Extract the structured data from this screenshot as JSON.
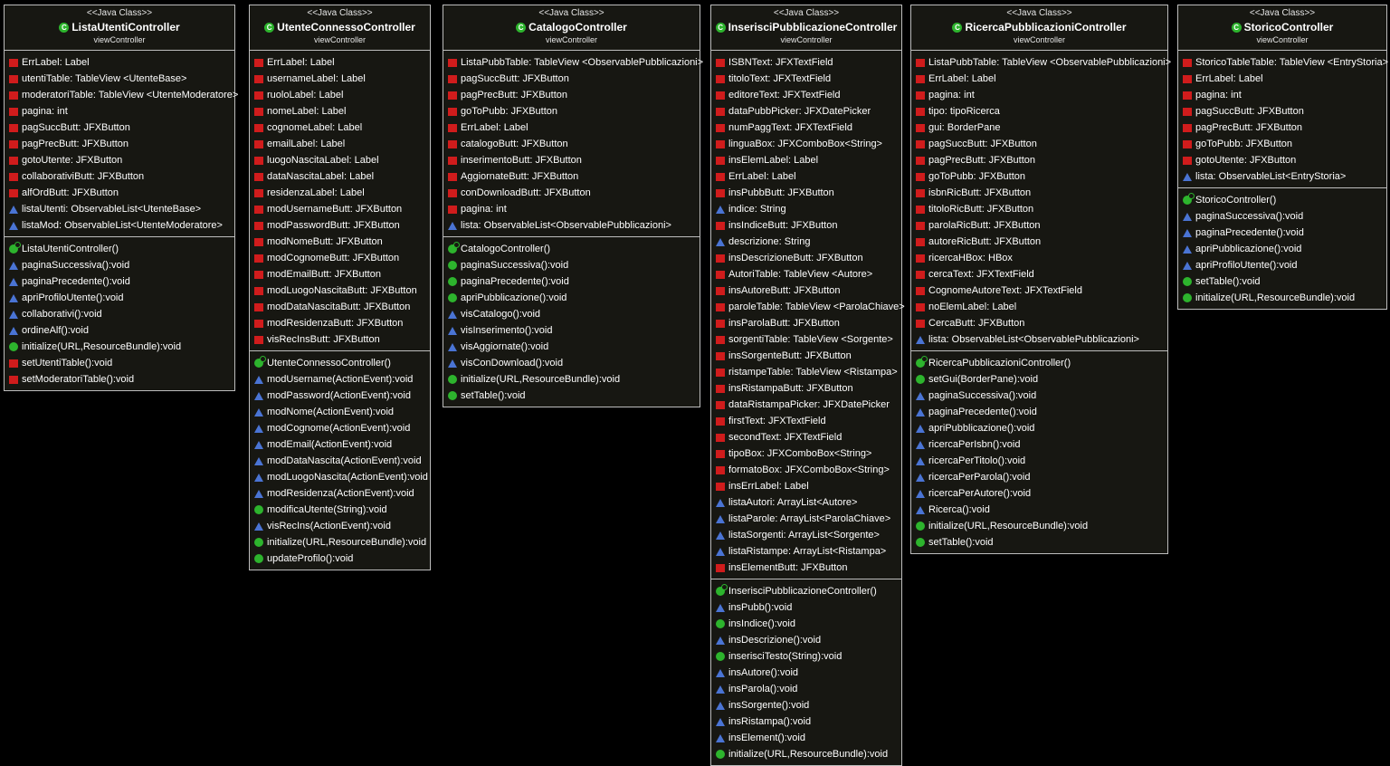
{
  "diagram": {
    "classes": [
      {
        "stereotype": "<<Java Class>>",
        "name": "ListaUtentiController",
        "package": "viewController",
        "class_icon": "C",
        "attributes": [
          {
            "vis": "private",
            "text": "ErrLabel: Label"
          },
          {
            "vis": "private",
            "text": "utentiTable: TableView <UtenteBase>"
          },
          {
            "vis": "private",
            "text": "moderatoriTable: TableView <UtenteModeratore>"
          },
          {
            "vis": "private",
            "text": "pagina: int"
          },
          {
            "vis": "private",
            "text": "pagSuccButt: JFXButton"
          },
          {
            "vis": "private",
            "text": "pagPrecButt: JFXButton"
          },
          {
            "vis": "private",
            "text": "gotoUtente: JFXButton"
          },
          {
            "vis": "private",
            "text": "collaborativiButt: JFXButton"
          },
          {
            "vis": "private",
            "text": "alfOrdButt: JFXButton"
          },
          {
            "vis": "package",
            "text": "listaUtenti: ObservableList<UtenteBase>"
          },
          {
            "vis": "package",
            "text": "listaMod: ObservableList<UtenteModeratore>"
          }
        ],
        "methods": [
          {
            "vis": "ctor",
            "text": "ListaUtentiController()"
          },
          {
            "vis": "package",
            "text": "paginaSuccessiva():void"
          },
          {
            "vis": "package",
            "text": "paginaPrecedente():void"
          },
          {
            "vis": "package",
            "text": "apriProfiloUtente():void"
          },
          {
            "vis": "package",
            "text": "collaborativi():void"
          },
          {
            "vis": "package",
            "text": "ordineAlf():void"
          },
          {
            "vis": "public",
            "text": "initialize(URL,ResourceBundle):void"
          },
          {
            "vis": "private",
            "text": "setUtentiTable():void"
          },
          {
            "vis": "private",
            "text": "setModeratoriTable():void"
          }
        ]
      },
      {
        "stereotype": "<<Java Class>>",
        "name": "UtenteConnessoController",
        "package": "viewController",
        "class_icon": "C",
        "attributes": [
          {
            "vis": "private",
            "text": "ErrLabel: Label"
          },
          {
            "vis": "private",
            "text": "usernameLabel: Label"
          },
          {
            "vis": "private",
            "text": "ruoloLabel: Label"
          },
          {
            "vis": "private",
            "text": "nomeLabel: Label"
          },
          {
            "vis": "private",
            "text": "cognomeLabel: Label"
          },
          {
            "vis": "private",
            "text": "emailLabel: Label"
          },
          {
            "vis": "private",
            "text": "luogoNascitaLabel: Label"
          },
          {
            "vis": "private",
            "text": "dataNascitaLabel: Label"
          },
          {
            "vis": "private",
            "text": "residenzaLabel: Label"
          },
          {
            "vis": "private",
            "text": "modUsernameButt: JFXButton"
          },
          {
            "vis": "private",
            "text": "modPasswordButt: JFXButton"
          },
          {
            "vis": "private",
            "text": "modNomeButt: JFXButton"
          },
          {
            "vis": "private",
            "text": "modCognomeButt: JFXButton"
          },
          {
            "vis": "private",
            "text": "modEmailButt: JFXButton"
          },
          {
            "vis": "private",
            "text": "modLuogoNascitaButt: JFXButton"
          },
          {
            "vis": "private",
            "text": "modDataNascitaButt: JFXButton"
          },
          {
            "vis": "private",
            "text": "modResidenzaButt: JFXButton"
          },
          {
            "vis": "private",
            "text": "visRecInsButt: JFXButton"
          }
        ],
        "methods": [
          {
            "vis": "ctor",
            "text": "UtenteConnessoController()"
          },
          {
            "vis": "package",
            "text": "modUsername(ActionEvent):void"
          },
          {
            "vis": "package",
            "text": "modPassword(ActionEvent):void"
          },
          {
            "vis": "package",
            "text": "modNome(ActionEvent):void"
          },
          {
            "vis": "package",
            "text": "modCognome(ActionEvent):void"
          },
          {
            "vis": "package",
            "text": "modEmail(ActionEvent):void"
          },
          {
            "vis": "package",
            "text": "modDataNascita(ActionEvent):void"
          },
          {
            "vis": "package",
            "text": "modLuogoNascita(ActionEvent):void"
          },
          {
            "vis": "package",
            "text": "modResidenza(ActionEvent):void"
          },
          {
            "vis": "public",
            "text": "modificaUtente(String):void"
          },
          {
            "vis": "package",
            "text": "visRecIns(ActionEvent):void"
          },
          {
            "vis": "public",
            "text": "initialize(URL,ResourceBundle):void"
          },
          {
            "vis": "public",
            "text": "updateProfilo():void"
          }
        ]
      },
      {
        "stereotype": "<<Java Class>>",
        "name": "CatalogoController",
        "package": "viewController",
        "class_icon": "C",
        "attributes": [
          {
            "vis": "private",
            "text": "ListaPubbTable: TableView <ObservablePubblicazioni>"
          },
          {
            "vis": "private",
            "text": "pagSuccButt: JFXButton"
          },
          {
            "vis": "private",
            "text": "pagPrecButt: JFXButton"
          },
          {
            "vis": "private",
            "text": "goToPubb: JFXButton"
          },
          {
            "vis": "private",
            "text": "ErrLabel: Label"
          },
          {
            "vis": "private",
            "text": "catalogoButt: JFXButton"
          },
          {
            "vis": "private",
            "text": "inserimentoButt: JFXButton"
          },
          {
            "vis": "private",
            "text": "AggiornateButt: JFXButton"
          },
          {
            "vis": "private",
            "text": "conDownloadButt: JFXButton"
          },
          {
            "vis": "private",
            "text": "pagina: int"
          },
          {
            "vis": "package",
            "text": "lista: ObservableList<ObservablePubblicazioni>"
          }
        ],
        "methods": [
          {
            "vis": "ctor",
            "text": "CatalogoController()"
          },
          {
            "vis": "public",
            "text": "paginaSuccessiva():void"
          },
          {
            "vis": "public",
            "text": "paginaPrecedente():void"
          },
          {
            "vis": "public",
            "text": "apriPubblicazione():void"
          },
          {
            "vis": "package",
            "text": "visCatalogo():void"
          },
          {
            "vis": "package",
            "text": "visInserimento():void"
          },
          {
            "vis": "package",
            "text": "visAggiornate():void"
          },
          {
            "vis": "package",
            "text": "visConDownload():void"
          },
          {
            "vis": "public",
            "text": "initialize(URL,ResourceBundle):void"
          },
          {
            "vis": "public",
            "text": "setTable():void"
          }
        ]
      },
      {
        "stereotype": "<<Java Class>>",
        "name": "InserisciPubblicazioneController",
        "package": "viewController",
        "class_icon": "C",
        "attributes": [
          {
            "vis": "private",
            "text": "ISBNText: JFXTextField"
          },
          {
            "vis": "private",
            "text": "titoloText: JFXTextField"
          },
          {
            "vis": "private",
            "text": "editoreText: JFXTextField"
          },
          {
            "vis": "private",
            "text": "dataPubbPicker: JFXDatePicker"
          },
          {
            "vis": "private",
            "text": "numPaggText: JFXTextField"
          },
          {
            "vis": "private",
            "text": "linguaBox: JFXComboBox<String>"
          },
          {
            "vis": "private",
            "text": "insElemLabel: Label"
          },
          {
            "vis": "private",
            "text": "ErrLabel: Label"
          },
          {
            "vis": "private",
            "text": "insPubbButt: JFXButton"
          },
          {
            "vis": "package",
            "text": "indice: String"
          },
          {
            "vis": "private",
            "text": "insIndiceButt: JFXButton"
          },
          {
            "vis": "package",
            "text": "descrizione: String"
          },
          {
            "vis": "private",
            "text": "insDescrizioneButt: JFXButton"
          },
          {
            "vis": "private",
            "text": "AutoriTable: TableView <Autore>"
          },
          {
            "vis": "private",
            "text": "insAutoreButt: JFXButton"
          },
          {
            "vis": "private",
            "text": "paroleTable: TableView <ParolaChiave>"
          },
          {
            "vis": "private",
            "text": "insParolaButt: JFXButton"
          },
          {
            "vis": "private",
            "text": "sorgentiTable: TableView <Sorgente>"
          },
          {
            "vis": "private",
            "text": "insSorgenteButt: JFXButton"
          },
          {
            "vis": "private",
            "text": "ristampeTable: TableView <Ristampa>"
          },
          {
            "vis": "private",
            "text": "insRistampaButt: JFXButton"
          },
          {
            "vis": "private",
            "text": "dataRistampaPicker: JFXDatePicker"
          },
          {
            "vis": "private",
            "text": "firstText: JFXTextField"
          },
          {
            "vis": "private",
            "text": "secondText: JFXTextField"
          },
          {
            "vis": "private",
            "text": "tipoBox: JFXComboBox<String>"
          },
          {
            "vis": "private",
            "text": "formatoBox: JFXComboBox<String>"
          },
          {
            "vis": "private",
            "text": "insErrLabel: Label"
          },
          {
            "vis": "package",
            "text": "listaAutori: ArrayList<Autore>"
          },
          {
            "vis": "package",
            "text": "listaParole: ArrayList<ParolaChiave>"
          },
          {
            "vis": "package",
            "text": "listaSorgenti: ArrayList<Sorgente>"
          },
          {
            "vis": "package",
            "text": "listaRistampe: ArrayList<Ristampa>"
          },
          {
            "vis": "private",
            "text": "insElementButt: JFXButton"
          }
        ],
        "methods": [
          {
            "vis": "ctor",
            "text": "InserisciPubblicazioneController()"
          },
          {
            "vis": "package",
            "text": "insPubb():void"
          },
          {
            "vis": "public",
            "text": "insIndice():void"
          },
          {
            "vis": "package",
            "text": "insDescrizione():void"
          },
          {
            "vis": "public",
            "text": "inserisciTesto(String):void"
          },
          {
            "vis": "package",
            "text": "insAutore():void"
          },
          {
            "vis": "package",
            "text": "insParola():void"
          },
          {
            "vis": "package",
            "text": "insSorgente():void"
          },
          {
            "vis": "package",
            "text": "insRistampa():void"
          },
          {
            "vis": "package",
            "text": "insElement():void"
          },
          {
            "vis": "public",
            "text": "initialize(URL,ResourceBundle):void"
          }
        ]
      },
      {
        "stereotype": "<<Java Class>>",
        "name": "RicercaPubblicazioniController",
        "package": "viewController",
        "class_icon": "C",
        "attributes": [
          {
            "vis": "private",
            "text": "ListaPubbTable: TableView <ObservablePubblicazioni>"
          },
          {
            "vis": "private",
            "text": "ErrLabel: Label"
          },
          {
            "vis": "private",
            "text": "pagina: int"
          },
          {
            "vis": "private",
            "text": "tipo: tipoRicerca"
          },
          {
            "vis": "private",
            "text": "gui: BorderPane"
          },
          {
            "vis": "private",
            "text": "pagSuccButt: JFXButton"
          },
          {
            "vis": "private",
            "text": "pagPrecButt: JFXButton"
          },
          {
            "vis": "private",
            "text": "goToPubb: JFXButton"
          },
          {
            "vis": "private",
            "text": "isbnRicButt: JFXButton"
          },
          {
            "vis": "private",
            "text": "titoloRicButt: JFXButton"
          },
          {
            "vis": "private",
            "text": "parolaRicButt: JFXButton"
          },
          {
            "vis": "private",
            "text": "autoreRicButt: JFXButton"
          },
          {
            "vis": "private",
            "text": "ricercaHBox: HBox"
          },
          {
            "vis": "private",
            "text": "cercaText: JFXTextField"
          },
          {
            "vis": "private",
            "text": "CognomeAutoreText: JFXTextField"
          },
          {
            "vis": "private",
            "text": "noElemLabel: Label"
          },
          {
            "vis": "private",
            "text": "CercaButt: JFXButton"
          },
          {
            "vis": "package",
            "text": "lista: ObservableList<ObservablePubblicazioni>"
          }
        ],
        "methods": [
          {
            "vis": "ctor",
            "text": "RicercaPubblicazioniController()"
          },
          {
            "vis": "public",
            "text": "setGui(BorderPane):void"
          },
          {
            "vis": "package",
            "text": "paginaSuccessiva():void"
          },
          {
            "vis": "package",
            "text": "paginaPrecedente():void"
          },
          {
            "vis": "package",
            "text": "apriPubblicazione():void"
          },
          {
            "vis": "package",
            "text": "ricercaPerIsbn():void"
          },
          {
            "vis": "package",
            "text": "ricercaPerTitolo():void"
          },
          {
            "vis": "package",
            "text": "ricercaPerParola():void"
          },
          {
            "vis": "package",
            "text": "ricercaPerAutore():void"
          },
          {
            "vis": "package",
            "text": "Ricerca():void"
          },
          {
            "vis": "public",
            "text": "initialize(URL,ResourceBundle):void"
          },
          {
            "vis": "public",
            "text": "setTable():void"
          }
        ]
      },
      {
        "stereotype": "<<Java Class>>",
        "name": "StoricoController",
        "package": "viewController",
        "class_icon": "C",
        "attributes": [
          {
            "vis": "private",
            "text": "StoricoTableTable: TableView <EntryStoria>"
          },
          {
            "vis": "private",
            "text": "ErrLabel: Label"
          },
          {
            "vis": "private",
            "text": "pagina: int"
          },
          {
            "vis": "private",
            "text": "pagSuccButt: JFXButton"
          },
          {
            "vis": "private",
            "text": "pagPrecButt: JFXButton"
          },
          {
            "vis": "private",
            "text": "goToPubb: JFXButton"
          },
          {
            "vis": "private",
            "text": "gotoUtente: JFXButton"
          },
          {
            "vis": "package",
            "text": "lista: ObservableList<EntryStoria>"
          }
        ],
        "methods": [
          {
            "vis": "ctor",
            "text": "StoricoController()"
          },
          {
            "vis": "package",
            "text": "paginaSuccessiva():void"
          },
          {
            "vis": "package",
            "text": "paginaPrecedente():void"
          },
          {
            "vis": "package",
            "text": "apriPubblicazione():void"
          },
          {
            "vis": "package",
            "text": "apriProfiloUtente():void"
          },
          {
            "vis": "public",
            "text": "setTable():void"
          },
          {
            "vis": "public",
            "text": "initialize(URL,ResourceBundle):void"
          }
        ]
      }
    ]
  }
}
